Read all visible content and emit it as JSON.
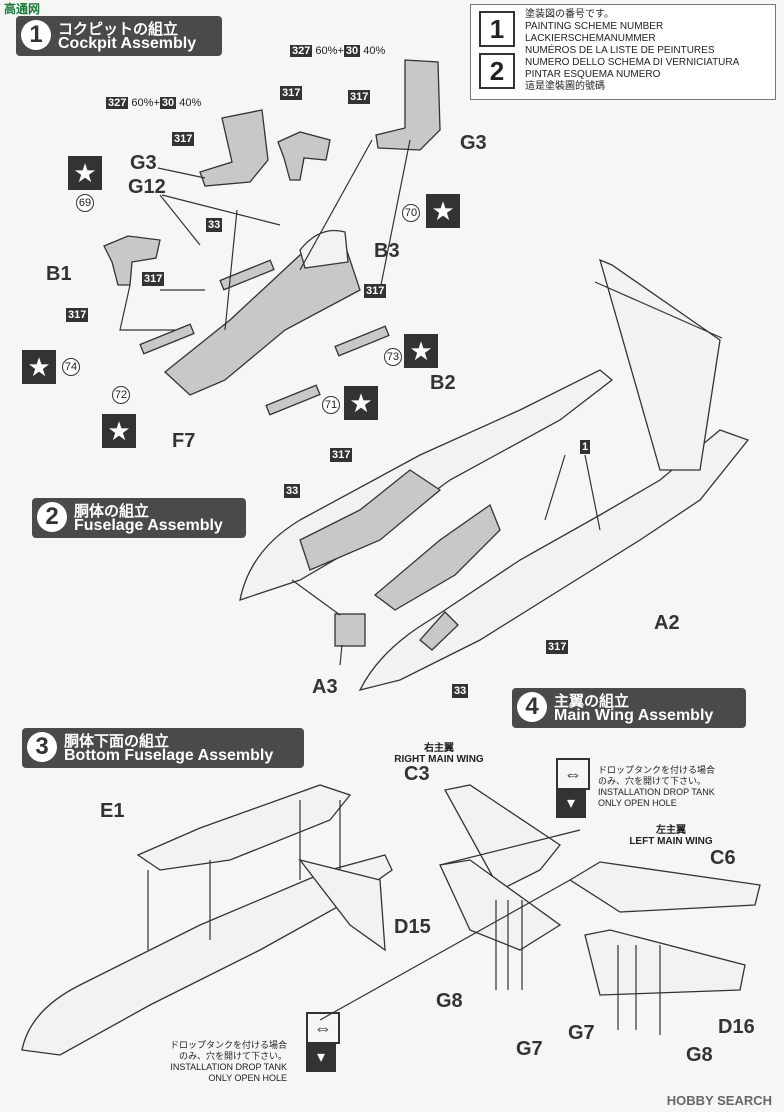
{
  "watermark": {
    "site": "高通网"
  },
  "legend": {
    "icon1": "1",
    "icon2": "2",
    "lines": [
      "塗装図の番号です。",
      "PAINTING SCHEME NUMBER",
      "LACKIERSCHEMANUMMER",
      "NUMÉROS DE LA LISTE DE PEINTURES",
      "NUMERO DELLO SCHEMA DI VERNICIATURA",
      "PINTAR ESQUEMA NUMERO",
      "這是塗裝圖的號碼"
    ]
  },
  "steps": [
    {
      "num": "1",
      "jp": "コクピットの組立",
      "en": "Cockpit Assembly"
    },
    {
      "num": "2",
      "jp": "胴体の組立",
      "en": "Fuselage Assembly"
    },
    {
      "num": "3",
      "jp": "胴体下面の組立",
      "en": "Bottom Fuselage Assembly"
    },
    {
      "num": "4",
      "jp": "主翼の組立",
      "en": "Main Wing Assembly"
    }
  ],
  "parts": {
    "g3a": "G3",
    "g12": "G12",
    "g3b": "G3",
    "b1": "B1",
    "b3": "B3",
    "f7": "F7",
    "b2": "B2",
    "a2": "A2",
    "a3": "A3",
    "e1": "E1",
    "c3": "C3",
    "c6": "C6",
    "d15": "D15",
    "d16": "D16",
    "g8a": "G8",
    "g7a": "G7",
    "g7b": "G7",
    "g8b": "G8"
  },
  "colors": {
    "c317": "317",
    "c33": "33",
    "c1": "1"
  },
  "mix": {
    "code1": "327",
    "pct1": "60%",
    "plus": "+",
    "code2": "30",
    "pct2": "40%"
  },
  "decals": [
    "69",
    "70",
    "74",
    "72",
    "73",
    "71"
  ],
  "star_symbol": "★",
  "wing": {
    "right_jp": "右主翼",
    "right_en": "RIGHT MAIN WING",
    "left_jp": "左主翼",
    "left_en": "LEFT MAIN WING"
  },
  "drop_note": {
    "jp1": "ドロップタンクを付ける場合",
    "jp2": "のみ、穴を開けて下さい。",
    "en1": "INSTALLATION DROP TANK",
    "en2": "ONLY OPEN HOLE"
  },
  "footer": "HOBBY SEARCH"
}
